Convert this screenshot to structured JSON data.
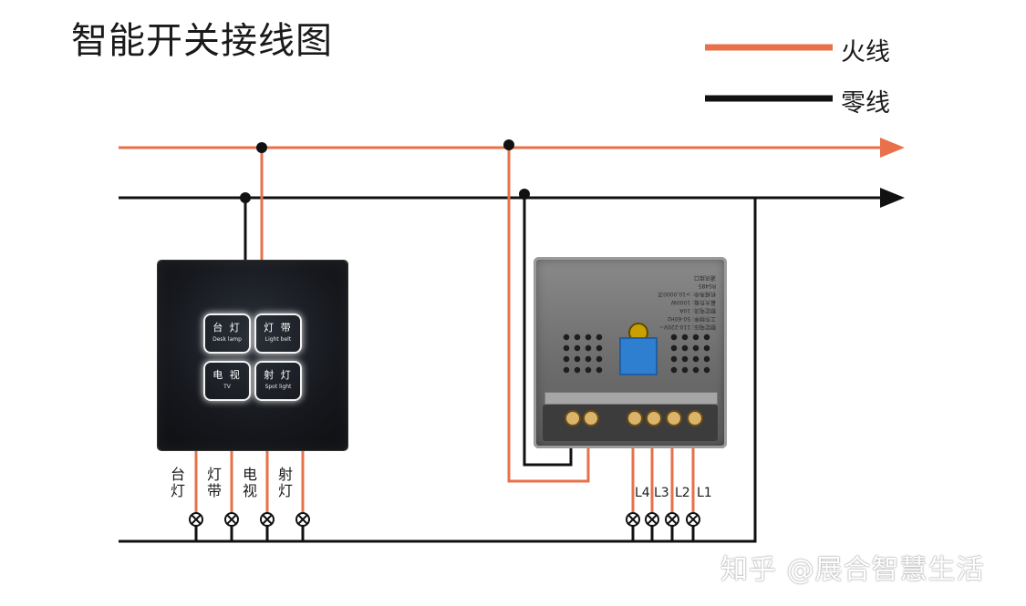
{
  "title": "智能开关接线图",
  "legend": {
    "hot_label": "火线",
    "neutral_label": "零线",
    "hot_color": "#e8704a",
    "neutral_color": "#111111"
  },
  "switch_panel": {
    "keys": [
      {
        "zh": "台 灯",
        "en": "Desk lamp"
      },
      {
        "zh": "灯 带",
        "en": "Light belt"
      },
      {
        "zh": "电 视",
        "en": "TV"
      },
      {
        "zh": "射 灯",
        "en": "Spot light"
      }
    ]
  },
  "panel_outputs": [
    "台灯",
    "灯带",
    "电视",
    "射灯"
  ],
  "module": {
    "spec_text": "额定电压: 110-220V~\n工作频率: 50-60Hz\n额定电流: 10A\n最大负载: 1000W\n机械寿命: >10,0000次\nRS485\n通讯接口"
  },
  "module_outputs": [
    "L4",
    "L3",
    "L2",
    "L1"
  ],
  "watermark": "知乎 @展合智慧生活"
}
